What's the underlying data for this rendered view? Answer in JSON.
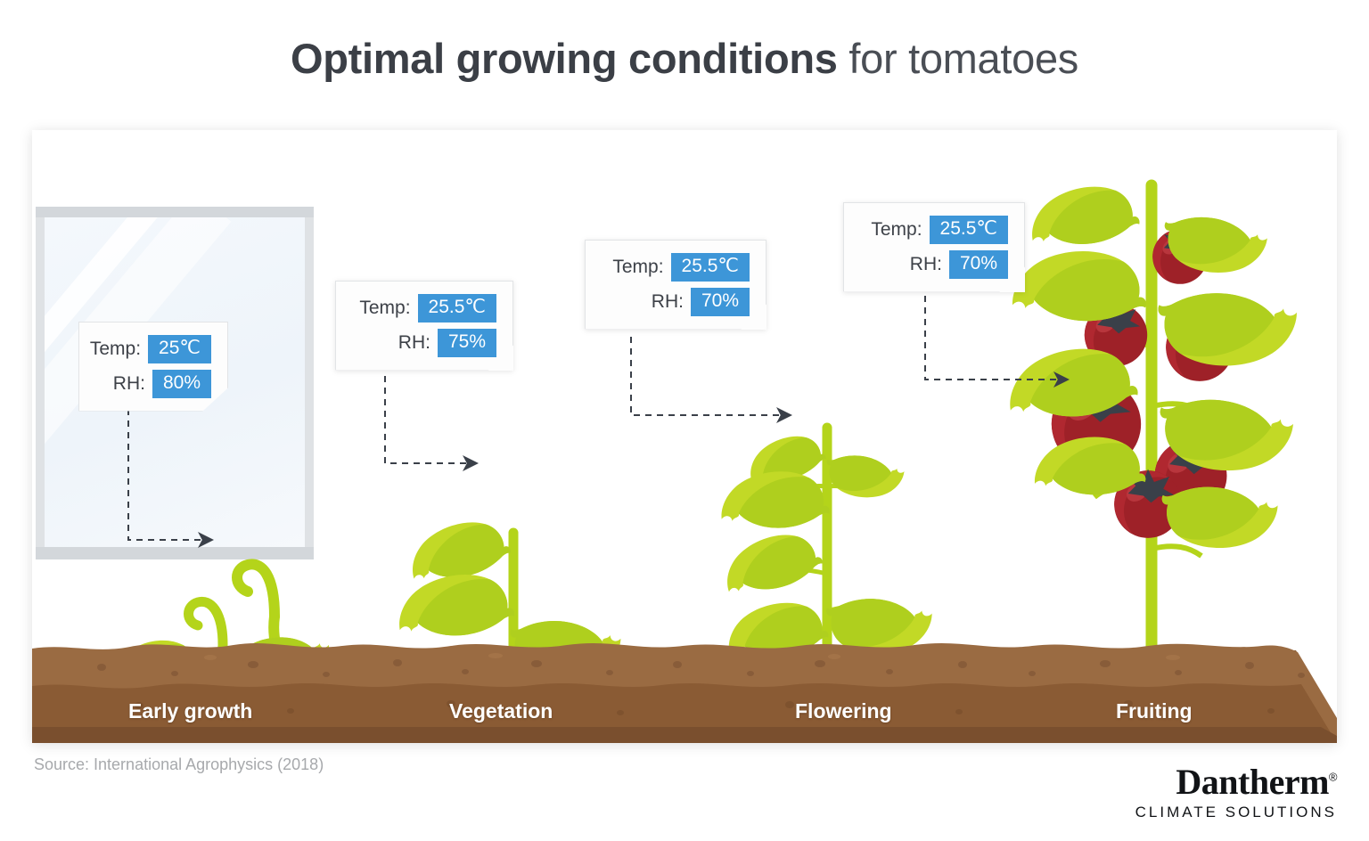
{
  "title": {
    "strong": "Optimal growing conditions",
    "light": " for tomatoes"
  },
  "colors": {
    "accent_blue": "#3d96d8",
    "title_gray": "#3b3f46",
    "leaf_green_light": "#c2d926",
    "leaf_green_dark": "#a8c819",
    "stem_green": "#b4d41a",
    "tomato_red": "#9e2128",
    "tomato_red_light": "#b5272f",
    "calyx_gray": "#3a4049",
    "soil_top": "#9a6b42",
    "soil_mid": "#8a5b34",
    "soil_bottom": "#7d5130",
    "window_frame": "#dfe2e5",
    "source_gray": "#a7a9ac"
  },
  "chart_data": {
    "type": "table",
    "title": "Optimal growing conditions for tomatoes",
    "columns": [
      "Growth stage",
      "Temp",
      "RH"
    ],
    "rows": [
      [
        "Early growth",
        "25℃",
        "80%"
      ],
      [
        "Vegetation",
        "25.5℃",
        "75%"
      ],
      [
        "Flowering",
        "25.5℃",
        "70%"
      ],
      [
        "Fruiting",
        "25.5℃",
        "70%"
      ]
    ],
    "source": "Source: International Agrophysics (2018)"
  },
  "stages": [
    {
      "id": "early-growth",
      "label": "Early growth",
      "temp_label": "Temp:",
      "temp_value": "25℃",
      "rh_label": "RH:",
      "rh_value": "80%"
    },
    {
      "id": "vegetation",
      "label": "Vegetation",
      "temp_label": "Temp:",
      "temp_value": "25.5℃",
      "rh_label": "RH:",
      "rh_value": "75%"
    },
    {
      "id": "flowering",
      "label": "Flowering",
      "temp_label": "Temp:",
      "temp_value": "25.5℃",
      "rh_label": "RH:",
      "rh_value": "70%"
    },
    {
      "id": "fruiting",
      "label": "Fruiting",
      "temp_label": "Temp:",
      "temp_value": "25.5℃",
      "rh_label": "RH:",
      "rh_value": "70%"
    }
  ],
  "footer": {
    "source": "Source: International Agrophysics (2018)",
    "logo_brand": "Dantherm",
    "logo_reg": "®",
    "logo_tagline": "CLIMATE SOLUTIONS"
  }
}
